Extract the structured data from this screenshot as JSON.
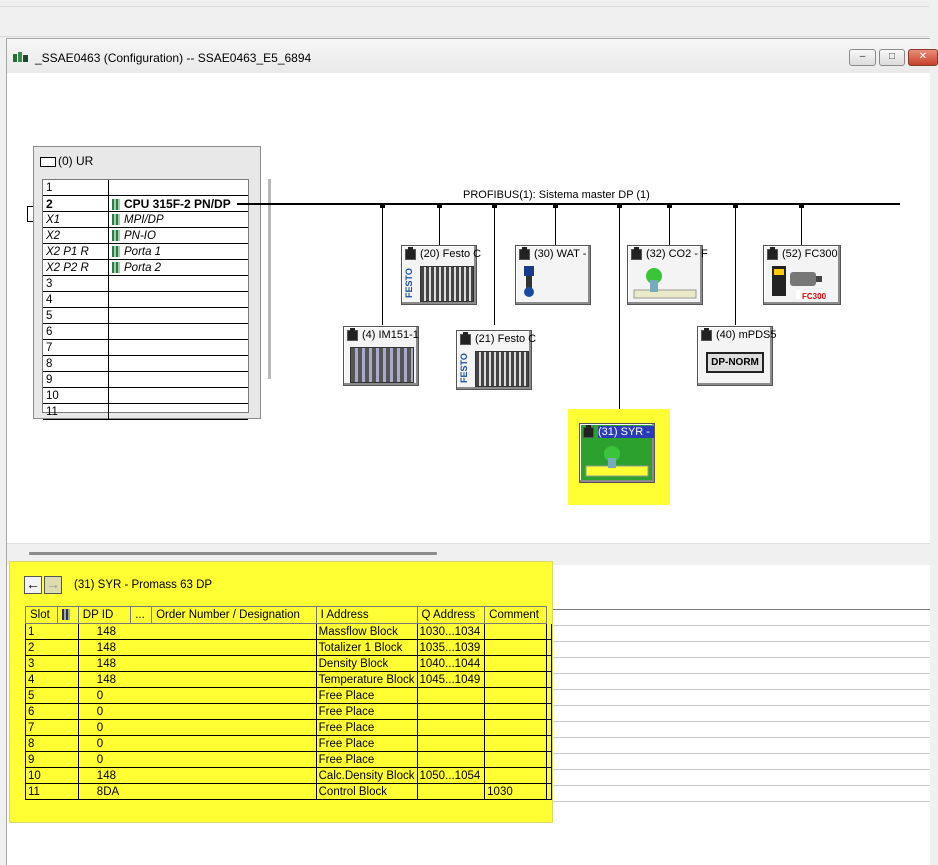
{
  "window": {
    "title": "_SSAE0463 (Configuration) -- SSAE0463_E5_6894",
    "min_label": "–",
    "max_label": "□",
    "close_label": "✕"
  },
  "rack": {
    "title": "(0) UR",
    "rows": [
      {
        "slot": "1",
        "module": "",
        "style": "normal"
      },
      {
        "slot": "2",
        "module": "CPU 315F-2 PN/DP",
        "style": "bold"
      },
      {
        "slot": "X1",
        "module": "MPI/DP",
        "style": "sub"
      },
      {
        "slot": "X2",
        "module": "PN-IO",
        "style": "sub"
      },
      {
        "slot": "X2 P1 R",
        "module": "Porta 1",
        "style": "sub"
      },
      {
        "slot": "X2 P2 R",
        "module": "Porta 2",
        "style": "sub"
      },
      {
        "slot": "3",
        "module": "",
        "style": "normal"
      },
      {
        "slot": "4",
        "module": "",
        "style": "normal"
      },
      {
        "slot": "5",
        "module": "",
        "style": "normal"
      },
      {
        "slot": "6",
        "module": "",
        "style": "normal"
      },
      {
        "slot": "7",
        "module": "",
        "style": "normal"
      },
      {
        "slot": "8",
        "module": "",
        "style": "normal"
      },
      {
        "slot": "9",
        "module": "",
        "style": "normal"
      },
      {
        "slot": "10",
        "module": "",
        "style": "normal"
      },
      {
        "slot": "11",
        "module": "",
        "style": "normal"
      }
    ]
  },
  "bus": {
    "label": "PROFIBUS(1): Sistema master DP (1)"
  },
  "nodes": {
    "festo20": "(20) Festo C",
    "wat30": "(30) WAT -",
    "co2_32": "(32) CO2 - F",
    "fc300_52": "(52) FC300",
    "im151_4": "(4) IM151-1",
    "festo21": "(21) Festo C",
    "mpds40": "(40) mPDS5",
    "syr31": "(31) SYR -",
    "festo_brand": "FESTO",
    "dpnorm_text": "DP-NORM",
    "fc300_brand": "FC300"
  },
  "detail": {
    "title": "(31)   SYR - Promass 63 DP",
    "back_label": "←",
    "forward_label": "→",
    "columns": {
      "slot": "Slot",
      "dpid": "DP ID",
      "dots": "...",
      "order": "Order Number / Designation",
      "iaddr": "I Address",
      "qaddr": "Q Address",
      "comment": "Comment"
    },
    "rows": [
      {
        "slot": "1",
        "dpid": "148",
        "order": "Massflow Block",
        "iaddr": "1030...1034",
        "qaddr": ""
      },
      {
        "slot": "2",
        "dpid": "148",
        "order": "Totalizer 1 Block",
        "iaddr": "1035...1039",
        "qaddr": ""
      },
      {
        "slot": "3",
        "dpid": "148",
        "order": "Density Block",
        "iaddr": "1040...1044",
        "qaddr": ""
      },
      {
        "slot": "4",
        "dpid": "148",
        "order": "Temperature Block",
        "iaddr": "1045...1049",
        "qaddr": ""
      },
      {
        "slot": "5",
        "dpid": "0",
        "order": "Free Place",
        "iaddr": "",
        "qaddr": ""
      },
      {
        "slot": "6",
        "dpid": "0",
        "order": "Free Place",
        "iaddr": "",
        "qaddr": ""
      },
      {
        "slot": "7",
        "dpid": "0",
        "order": "Free Place",
        "iaddr": "",
        "qaddr": ""
      },
      {
        "slot": "8",
        "dpid": "0",
        "order": "Free Place",
        "iaddr": "",
        "qaddr": ""
      },
      {
        "slot": "9",
        "dpid": "0",
        "order": "Free Place",
        "iaddr": "",
        "qaddr": ""
      },
      {
        "slot": "10",
        "dpid": "148",
        "order": "Calc.Density Block",
        "iaddr": "1050...1054",
        "qaddr": ""
      },
      {
        "slot": "11",
        "dpid": "8DA",
        "order": "Control Block",
        "iaddr": "",
        "qaddr": "1030"
      }
    ]
  },
  "colors": {
    "highlight": "#ffff33",
    "selected_node": "#2da12d"
  }
}
